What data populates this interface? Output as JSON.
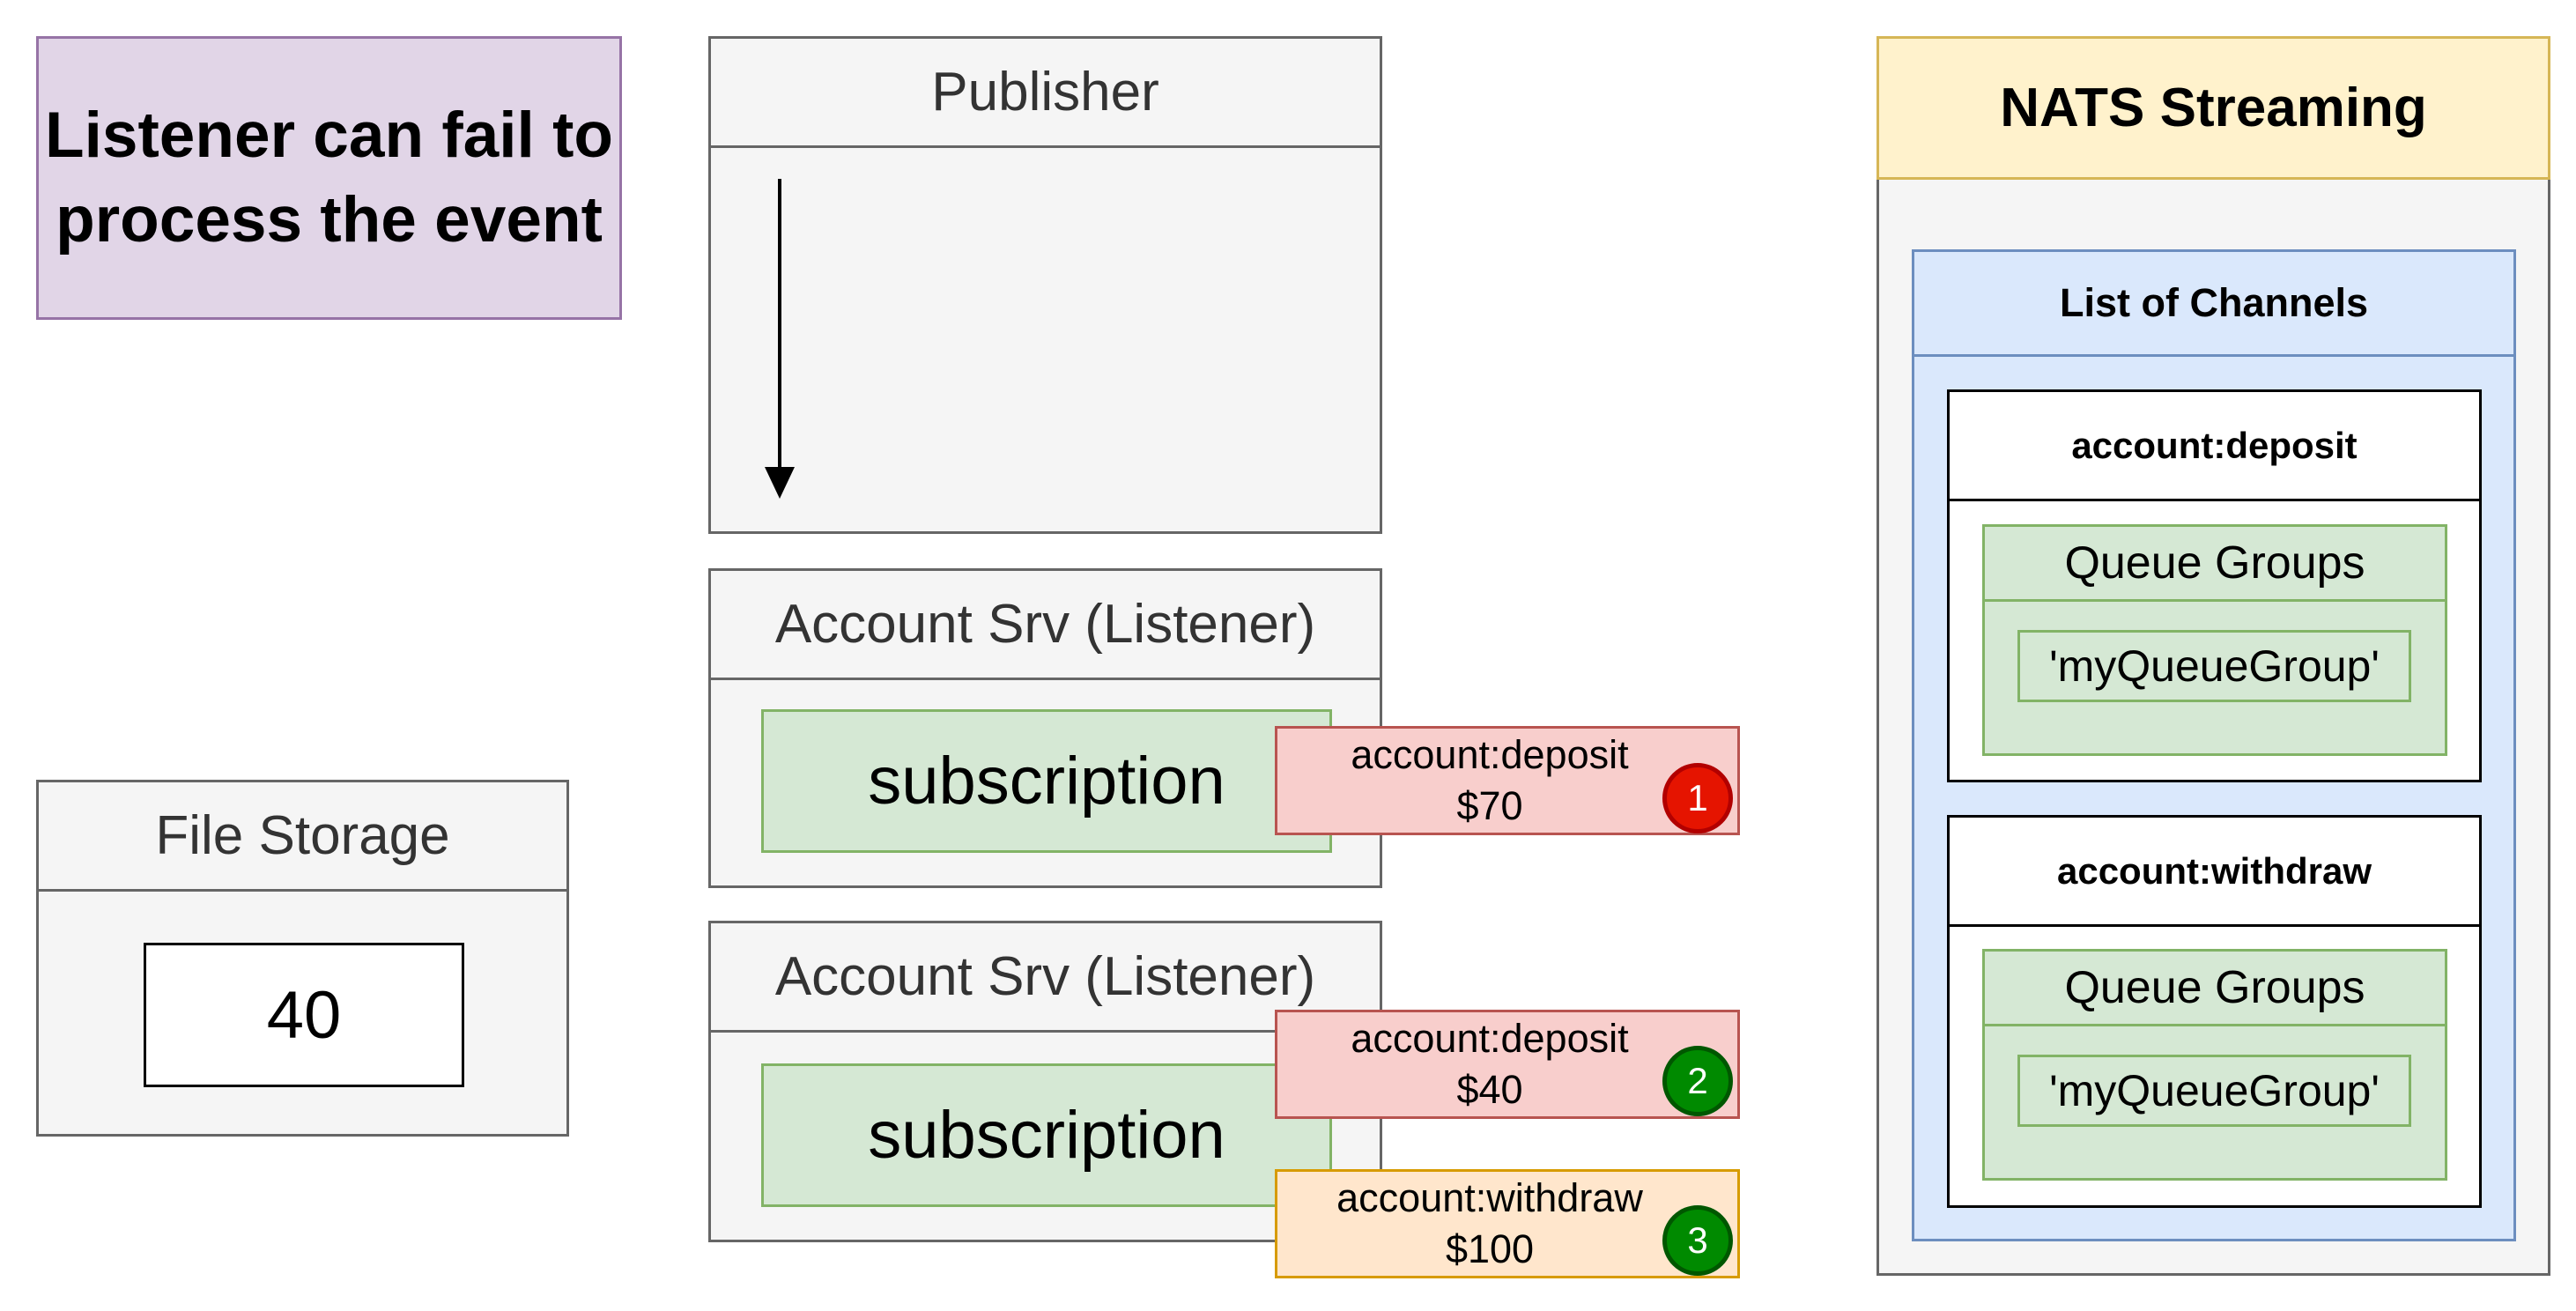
{
  "title": "Listener can fail to process the event",
  "publisher": {
    "label": "Publisher"
  },
  "listeners": [
    {
      "label": "Account Srv (Listener)",
      "subscription": "subscription"
    },
    {
      "label": "Account Srv (Listener)",
      "subscription": "subscription"
    }
  ],
  "file_storage": {
    "label": "File Storage",
    "value": "40"
  },
  "events": [
    {
      "channel": "account:deposit",
      "amount": "$70",
      "badge": "1",
      "status_color": "#e51400"
    },
    {
      "channel": "account:deposit",
      "amount": "$40",
      "badge": "2",
      "status_color": "#008a00"
    },
    {
      "channel": "account:withdraw",
      "amount": "$100",
      "badge": "3",
      "status_color": "#008a00"
    }
  ],
  "nats": {
    "title": "NATS Streaming",
    "channels_title": "List of Channels",
    "channels": [
      {
        "name": "account:deposit",
        "queue_groups_label": "Queue Groups",
        "queue_group": "'myQueueGroup'"
      },
      {
        "name": "account:withdraw",
        "queue_groups_label": "Queue Groups",
        "queue_group": "'myQueueGroup'"
      }
    ]
  }
}
